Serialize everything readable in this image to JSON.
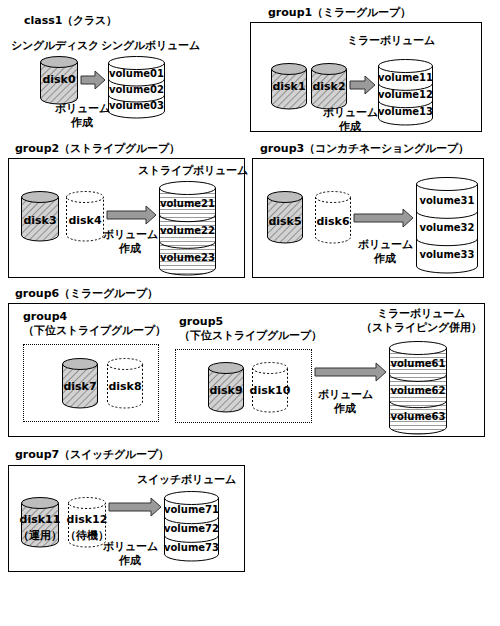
{
  "diagram": {
    "nodes": [
      {
        "text": [
          "シングルディスク",
          "disk0"
        ]
      },
      {
        "text": [
          "シングルボリューム",
          "volume01",
          "volume02",
          "volume03"
        ]
      },
      {
        "text": [
          "group1（ミラーグループ）"
        ]
      },
      {
        "text": [
          "disk1"
        ],
        "in": 2
      },
      {
        "text": [
          "disk2"
        ],
        "in": 2
      },
      {
        "text": [
          "ミラーボリューム",
          "volume11",
          "volume12",
          "volume13"
        ],
        "in": 2
      },
      {
        "text": [
          "group2（ストライプグループ）"
        ]
      },
      {
        "text": [
          "disk3"
        ],
        "in": 6
      },
      {
        "text": [
          "disk4"
        ],
        "in": 6
      },
      {
        "text": [
          "ストライプボリューム",
          "volume21",
          "volume22",
          "volume23"
        ],
        "in": 6
      },
      {
        "text": [
          "group3（コンカチネーショングループ）"
        ]
      },
      {
        "text": [
          "disk5"
        ],
        "in": 10
      },
      {
        "text": [
          "disk6"
        ],
        "in": 10
      },
      {
        "text": [
          "volume31",
          "volume32",
          "volume33"
        ],
        "in": 10
      },
      {
        "text": [
          "group6（ミラーグループ）"
        ]
      },
      {
        "text": [
          "group4 （下位ストライプグループ）"
        ],
        "in": 14
      },
      {
        "text": [
          "disk7"
        ],
        "in": 15
      },
      {
        "text": [
          "disk8"
        ],
        "in": 15
      },
      {
        "text": [
          "group5 （下位ストライプグループ）"
        ],
        "in": 14
      },
      {
        "text": [
          "disk9"
        ],
        "in": 18
      },
      {
        "text": [
          "disk10"
        ],
        "in": 18
      },
      {
        "text": [
          "ミラーボリューム （ストライピング併用）",
          "volume61",
          "volume62",
          "volume63"
        ],
        "in": 14
      },
      {
        "text": [
          "group7（スイッチグループ）"
        ]
      },
      {
        "text": [
          "disk11",
          "（運用）"
        ],
        "in": 22
      },
      {
        "text": [
          "disk12",
          "（待機）"
        ],
        "in": 22
      },
      {
        "text": [
          "スイッチボリューム",
          "volume71",
          "volume72",
          "volume73"
        ],
        "in": 22
      }
    ],
    "edges": [
      {
        "from": 0,
        "to": 1,
        "arrow": "to"
      },
      {
        "from": 4,
        "to": 5,
        "arrow": "to"
      },
      {
        "from": 8,
        "to": 9,
        "arrow": "to"
      },
      {
        "from": 12,
        "to": 13,
        "arrow": "to"
      },
      {
        "from": 18,
        "to": 21,
        "arrow": "to"
      },
      {
        "from": 24,
        "to": 25,
        "arrow": "to"
      }
    ],
    "labels": [
      "class1（クラス）",
      "ボリューム 作成",
      "ボリューム 作成",
      "ボリューム 作成",
      "ボリューム 作成",
      "ボリューム 作成",
      "ボリューム 作成"
    ]
  }
}
